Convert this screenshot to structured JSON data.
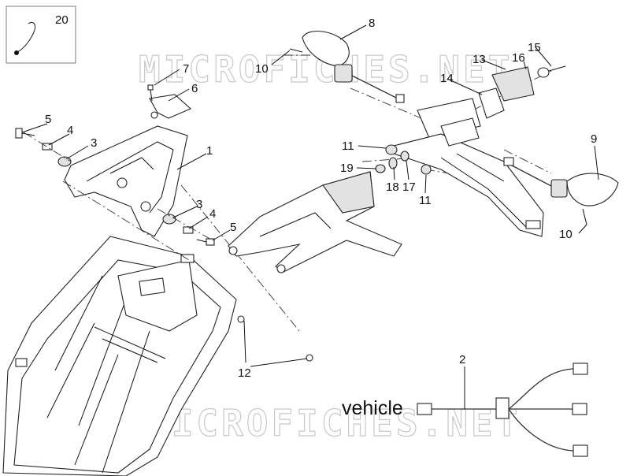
{
  "watermark": {
    "top": "MICROFICHES.NET",
    "bottom": "MICROFICHES.NET"
  },
  "harness": {
    "vehicle_label": "vehicle"
  },
  "callouts": {
    "c1": "1",
    "c2": "2",
    "c3": "3",
    "c4": "4",
    "c5": "5",
    "c6": "6",
    "c7": "7",
    "c8": "8",
    "c9": "9",
    "c10": "10",
    "c11": "11",
    "c12": "12",
    "c13": "13",
    "c14": "14",
    "c15": "15",
    "c16": "16",
    "c17": "17",
    "c18": "18",
    "c19": "19",
    "c20": "20"
  }
}
